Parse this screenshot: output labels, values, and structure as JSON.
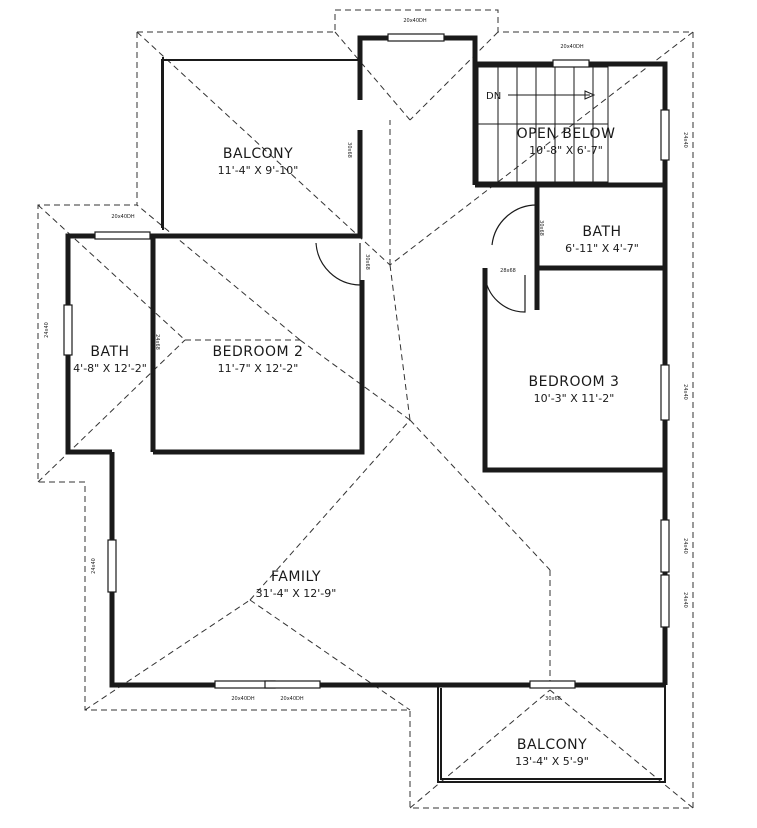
{
  "rooms": {
    "balcony_top": {
      "name": "BALCONY",
      "dims": "11'-4\" X 9'-10\""
    },
    "open_below": {
      "name": "OPEN BELOW",
      "dims": "10'-8\" X 6'-7\""
    },
    "bath_right": {
      "name": "BATH",
      "dims": "6'-11\" X 4'-7\""
    },
    "bath_left": {
      "name": "BATH",
      "dims": "4'-8\" X 12'-2\""
    },
    "bedroom2": {
      "name": "BEDROOM 2",
      "dims": "11'-7\" X 12'-2\""
    },
    "bedroom3": {
      "name": "BEDROOM 3",
      "dims": "10'-3\" X 11'-2\""
    },
    "family": {
      "name": "FAMILY",
      "dims": "31'-4\" X 12'-9\""
    },
    "balcony_bottom": {
      "name": "BALCONY",
      "dims": "13'-4\" X 5'-9\""
    }
  },
  "stairs": {
    "label": "DN"
  },
  "window_tags": {
    "top_bay": "20x40DH",
    "stair_top": "20x40DH",
    "bath_left_top": "20x40DH",
    "stair_right": "24x40",
    "bath_left_side": "24x40",
    "bed3_right": "24x40",
    "family_left": "24x40",
    "family_right_1": "24x40",
    "family_right_2": "24x40",
    "family_bottom_1": "20x40DH",
    "family_bottom_2": "20x40DH",
    "balcony_door": "30x68",
    "door_balcony": "30x68",
    "door_bath_r": "30x68",
    "door_bed3": "28x68",
    "door_bed2": "30x68",
    "door_bath_l": "24x68"
  }
}
